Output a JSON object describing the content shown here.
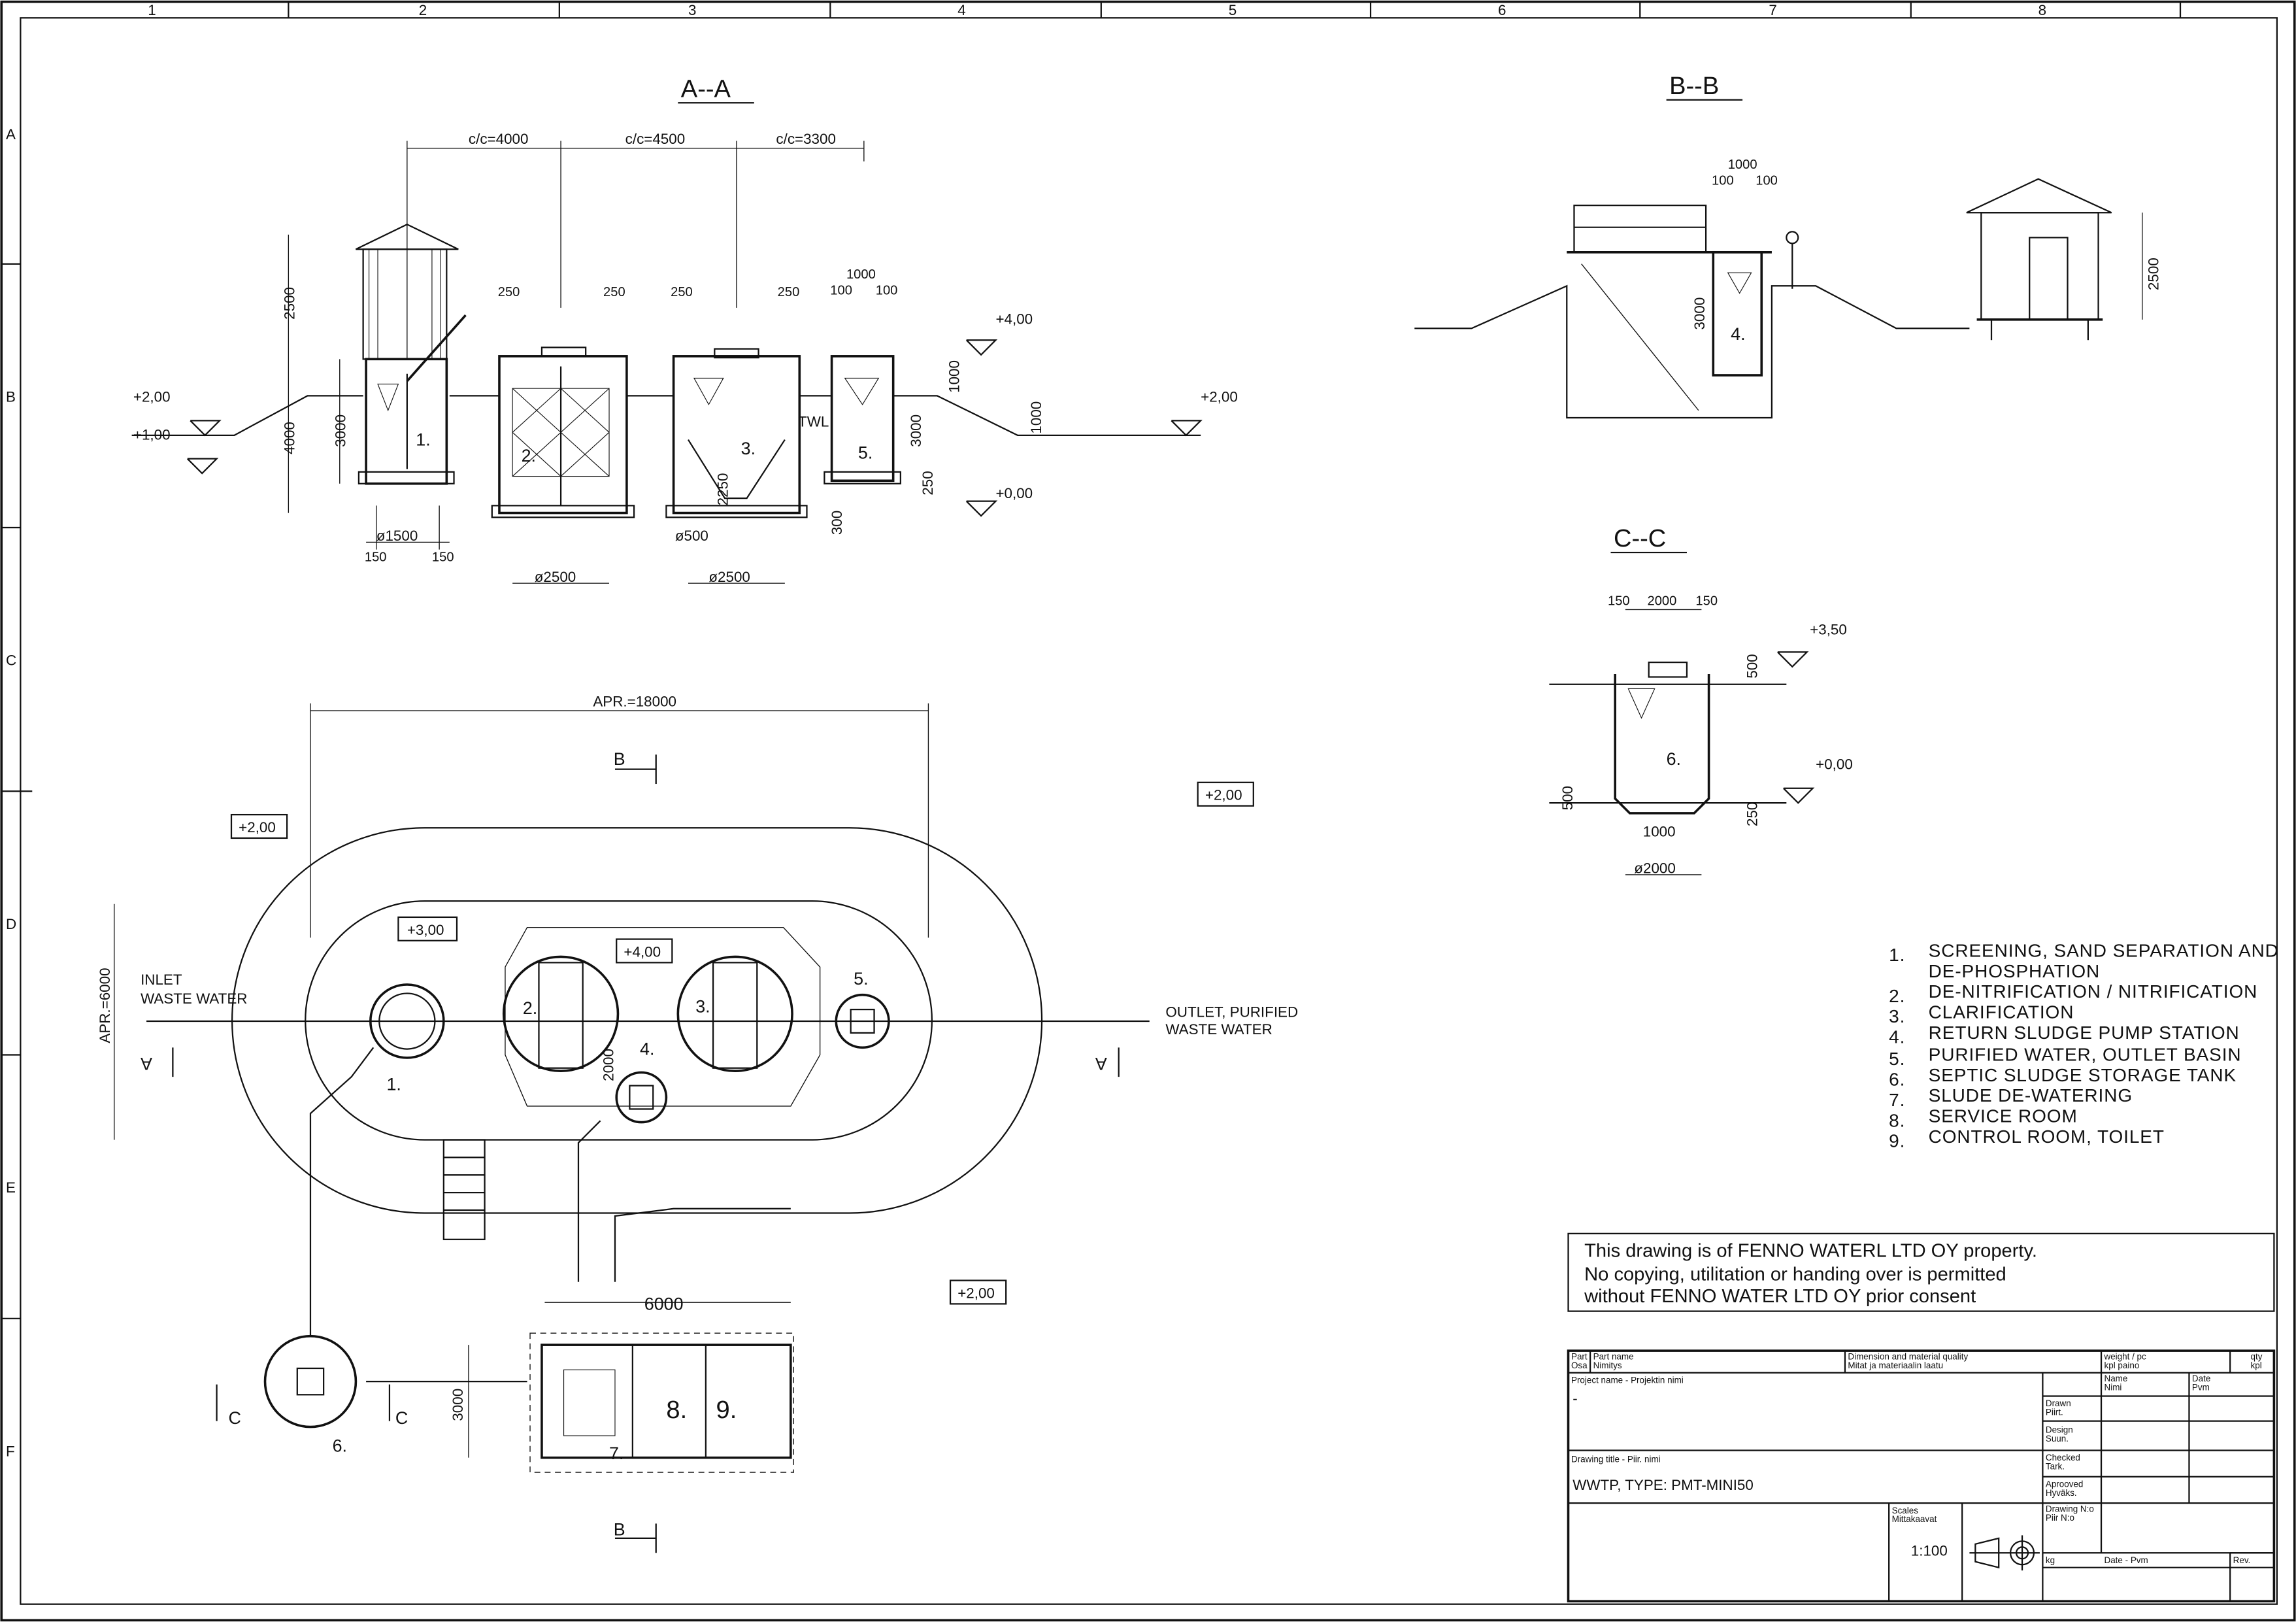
{
  "frame": {
    "columns": [
      "1",
      "2",
      "3",
      "4",
      "5",
      "6",
      "7",
      "8"
    ],
    "rows": [
      "A",
      "B",
      "C",
      "D",
      "E",
      "F"
    ]
  },
  "section_aa": {
    "title": "A--A",
    "cc": [
      "c/c=4000",
      "c/c=4500",
      "c/c=3300"
    ],
    "tank1": {
      "h2500": "2500",
      "h3000": "3000",
      "h4000": "4000",
      "label": "1.",
      "dia": "ø1500",
      "w1": "150",
      "w2": "150"
    },
    "tank2": {
      "w1": "250",
      "w2": "250",
      "label": "2.",
      "dia": "ø2500"
    },
    "tank3": {
      "w1": "250",
      "w2": "250",
      "label": "3.",
      "depth": "2250",
      "twl": "TWL",
      "dia_small": "ø500",
      "dia": "ø2500",
      "h300": "300"
    },
    "tank5": {
      "w": "1000",
      "w1": "100",
      "w2": "100",
      "label": "5.",
      "h3000": "3000",
      "h250": "250",
      "h1000a": "1000",
      "h1000b": "1000"
    },
    "levels": {
      "l200_left": "+2,00",
      "l100": "+1,00",
      "l400": "+4,00",
      "l200_right": "+2,00",
      "l000": "+0,00"
    }
  },
  "section_bb": {
    "title": "B--B",
    "w": "1000",
    "w1": "100",
    "w2": "100",
    "h3000": "3000",
    "label": "4.",
    "h2500": "2500"
  },
  "section_cc": {
    "title": "C--C",
    "w1": "150",
    "w": "2000",
    "w2": "150",
    "h500": "500",
    "l350": "+3,50",
    "l000": "+0,00",
    "label": "6.",
    "h500b": "500",
    "h250": "250",
    "w1000": "1000",
    "dia": "ø2000"
  },
  "plan": {
    "length": "APR.=18000",
    "width": "APR.=6000",
    "section_b": "B",
    "section_a": "A",
    "section_c": "C",
    "levels": {
      "l200_a": "+2,00",
      "l200_b": "+2,00",
      "l200_c": "+2,00",
      "l300": "+3,00",
      "l400": "+4,00"
    },
    "inlet": [
      "INLET",
      "WASTE WATER"
    ],
    "outlet": [
      "OUTLET, PURIFIED",
      "WASTE WATER"
    ],
    "units": {
      "u1": "1.",
      "u2": "2.",
      "u3": "3.",
      "u4": "4.",
      "u5": "5.",
      "u6": "6.",
      "u7": "7.",
      "u8": "8.",
      "u9": "9."
    },
    "dim2000": "2000",
    "bldg_len": "6000",
    "bldg_w": "3000"
  },
  "legend": [
    {
      "num": "1.",
      "text": "SCREENING, SAND SEPARATION AND",
      "cont": "DE-PHOSPHATION"
    },
    {
      "num": "2.",
      "text": "DE-NITRIFICATION / NITRIFICATION"
    },
    {
      "num": "3.",
      "text": "CLARIFICATION"
    },
    {
      "num": "4.",
      "text": "RETURN SLUDGE PUMP STATION"
    },
    {
      "num": "5.",
      "text": "PURIFIED WATER, OUTLET BASIN"
    },
    {
      "num": "6.",
      "text": "SEPTIC SLUDGE STORAGE TANK"
    },
    {
      "num": "7.",
      "text": "SLUDE DE-WATERING"
    },
    {
      "num": "8.",
      "text": "SERVICE ROOM"
    },
    {
      "num": "9.",
      "text": "CONTROL ROOM, TOILET"
    }
  ],
  "notice": [
    "This drawing is of FENNO WATERL LTD OY property.",
    "No copying, utilitation or handing over is permitted",
    "without FENNO WATER LTD OY prior consent"
  ],
  "title_block": {
    "part": [
      "Part",
      "Osa"
    ],
    "part_name": [
      "Part name",
      "Nimitys"
    ],
    "dimension": [
      "Dimension and material quality",
      "Mitat ja materiaalin laatu"
    ],
    "weight": [
      "weight / pc",
      "kpl paino"
    ],
    "qty": [
      "qty",
      "kpl"
    ],
    "project_label": "Project name - Projektin nimi",
    "project_value": "-",
    "name": [
      "Name",
      "Nimi"
    ],
    "date": [
      "Date",
      "Pvm"
    ],
    "drawn": [
      "Drawn",
      "Piirt."
    ],
    "design": [
      "Design",
      "Suun."
    ],
    "checked": [
      "Checked",
      "Tark."
    ],
    "approved": [
      "Aprooved",
      "Hyväks."
    ],
    "drawing_title_label": "Drawing title - Piir. nimi",
    "drawing_title": "WWTP, TYPE: PMT-MINI50",
    "scales": [
      "Scales",
      "Mittakaavat"
    ],
    "scale_value": "1:100",
    "drawing_no": [
      "Drawing N:o",
      "Piir N:o"
    ],
    "kg": "kg",
    "date_pvm": "Date - Pvm",
    "rev": "Rev."
  }
}
